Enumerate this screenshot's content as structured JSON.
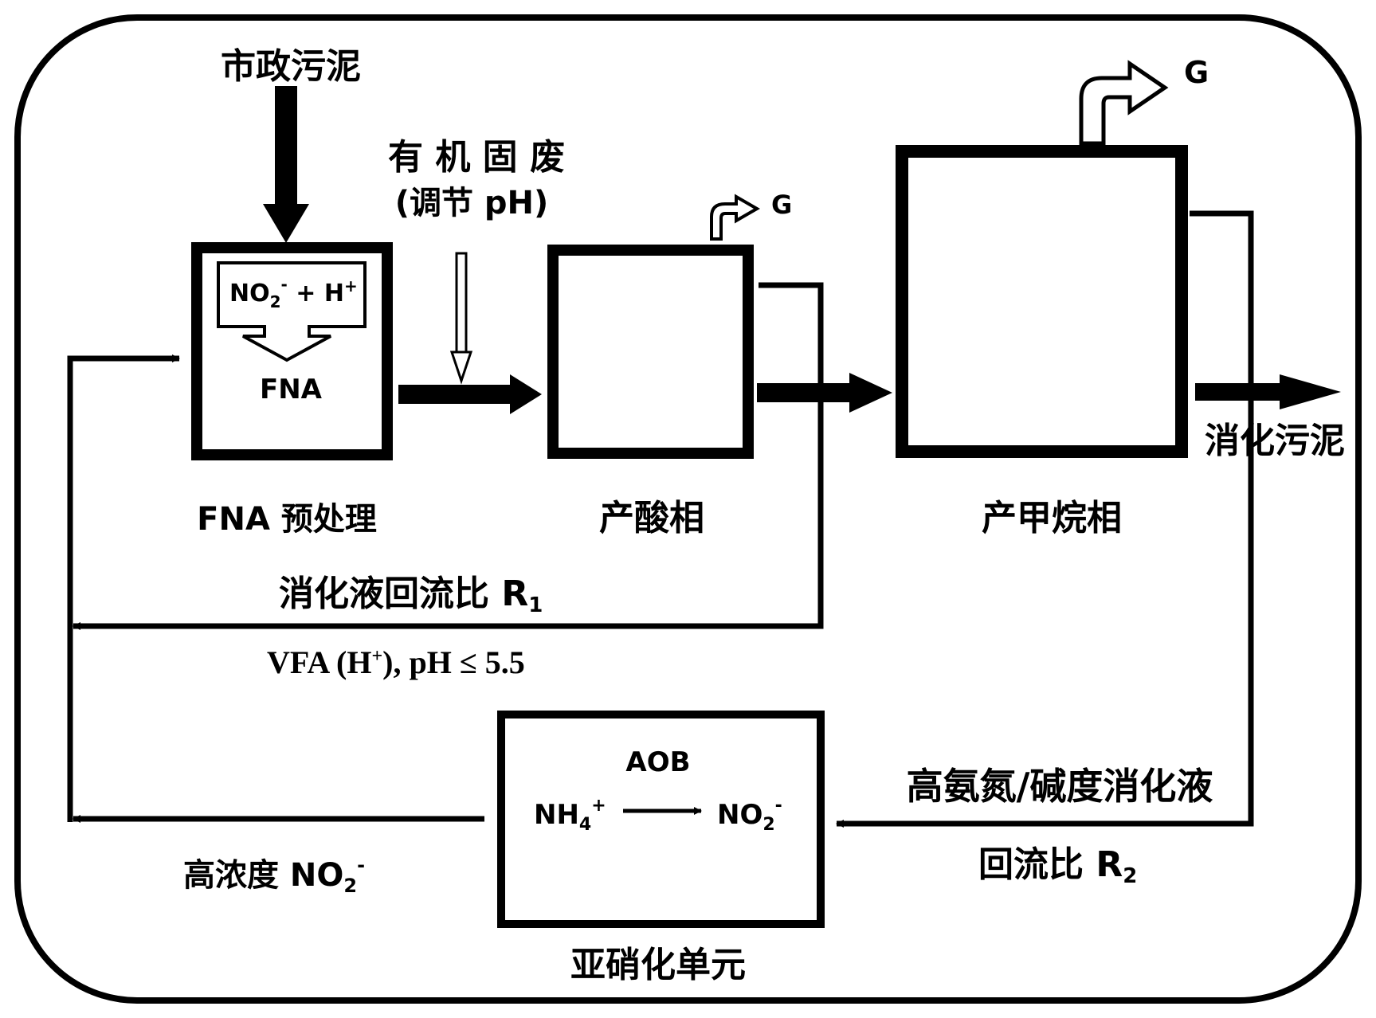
{
  "labels": {
    "municipal_sludge": "市政污泥",
    "organic_waste": "有 机 固 废",
    "adjust_ph": "(调节 pH)",
    "gas_small": "G",
    "gas_large": "G",
    "fna_box_reaction_main": "NO",
    "fna_box_reaction_sub": "2",
    "fna_box_reaction_sup": "-",
    "fna_box_reaction_rest": " + H",
    "fna_box_reaction_rest_sup": "+",
    "fna_box_product": "FNA",
    "fna_pretreatment": "FNA 预处理",
    "acidogenic_phase": "产酸相",
    "methanogenic_phase": "产甲烷相",
    "digested_sludge": "消化污泥",
    "recycle_ratio_r1_text": "消化液回流比 R",
    "recycle_ratio_r1_sub": "1",
    "vfa_text": "VFA (H",
    "vfa_sup": "+",
    "vfa_rest": "), pH ≤ 5.5",
    "aob": "AOB",
    "nh4_main": "NH",
    "nh4_sub": "4",
    "nh4_sup": "+",
    "no2_main": "NO",
    "no2_sub": "2",
    "no2_sup": "-",
    "nitritation_unit": "亚硝化单元",
    "high_no2_text": "高浓度 NO",
    "high_no2_sub": "2",
    "high_no2_sup": "-",
    "high_ammonia_liquid": "高氨氮/碱度消化液",
    "recycle_ratio_r2_text": "回流比 R",
    "recycle_ratio_r2_sub": "2"
  },
  "colors": {
    "stroke": "#000000",
    "background": "#ffffff"
  }
}
